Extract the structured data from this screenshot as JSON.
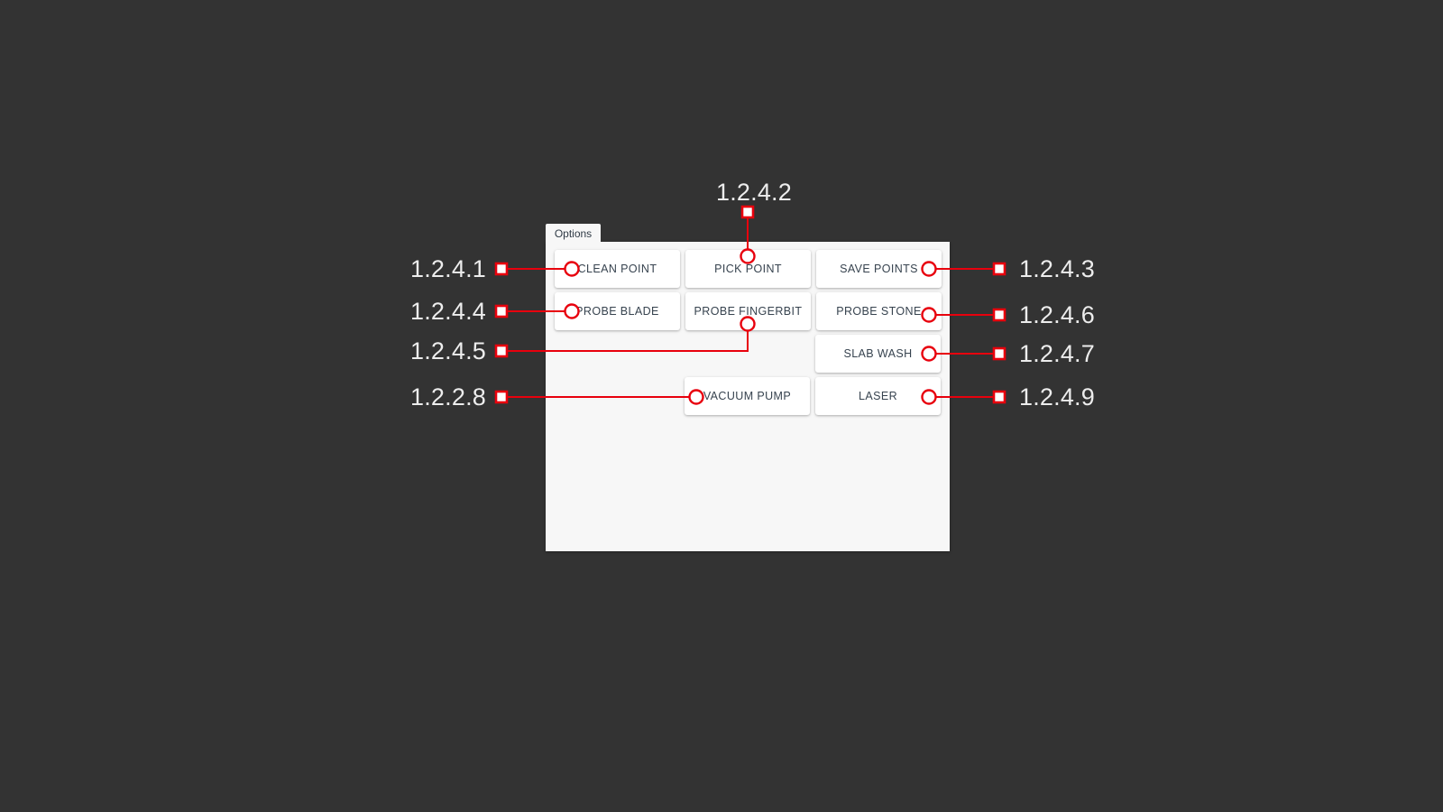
{
  "background_color": "#333333",
  "accent_color": "#e8000d",
  "panel": {
    "tab_label": "Options",
    "background_color": "#f7f7f7"
  },
  "buttons": {
    "clean_point": "CLEAN POINT",
    "pick_point": "PICK POINT",
    "save_points": "SAVE POINTS",
    "probe_blade": "PROBE BLADE",
    "probe_fingerbit": "PROBE FINGERBIT",
    "probe_stone": "PROBE STONE",
    "slab_wash": "SLAB WASH",
    "vacuum_pump": "VACUUM PUMP",
    "laser": "LASER"
  },
  "callouts": {
    "top": "1.2.4.2",
    "left_1": "1.2.4.1",
    "left_2": "1.2.4.4",
    "left_3": "1.2.4.5",
    "left_4": "1.2.2.8",
    "right_1": "1.2.4.3",
    "right_2": "1.2.4.6",
    "right_3": "1.2.4.7",
    "right_4": "1.2.4.9"
  }
}
